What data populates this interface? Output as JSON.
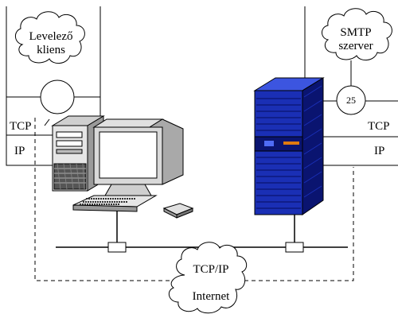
{
  "client": {
    "app_label_line1": "Levelező",
    "app_label_line2": "kliens",
    "tcp_label": "TCP",
    "ip_label": "IP"
  },
  "server": {
    "app_label_line1": "SMTP",
    "app_label_line2": "szerver",
    "port": "25",
    "tcp_label": "TCP",
    "ip_label": "IP"
  },
  "network": {
    "protocol_label": "TCP/IP",
    "name_label": "Internet"
  },
  "colors": {
    "server_body": "#1a2fb5",
    "server_dark": "#0a1470",
    "server_highlight": "#3c55e0",
    "server_led_blue": "#4f6cf5",
    "server_led_orange": "#e07a10",
    "monitor_body": "#d9d9d9",
    "monitor_shadow": "#9a9a9a",
    "line": "#000000"
  }
}
